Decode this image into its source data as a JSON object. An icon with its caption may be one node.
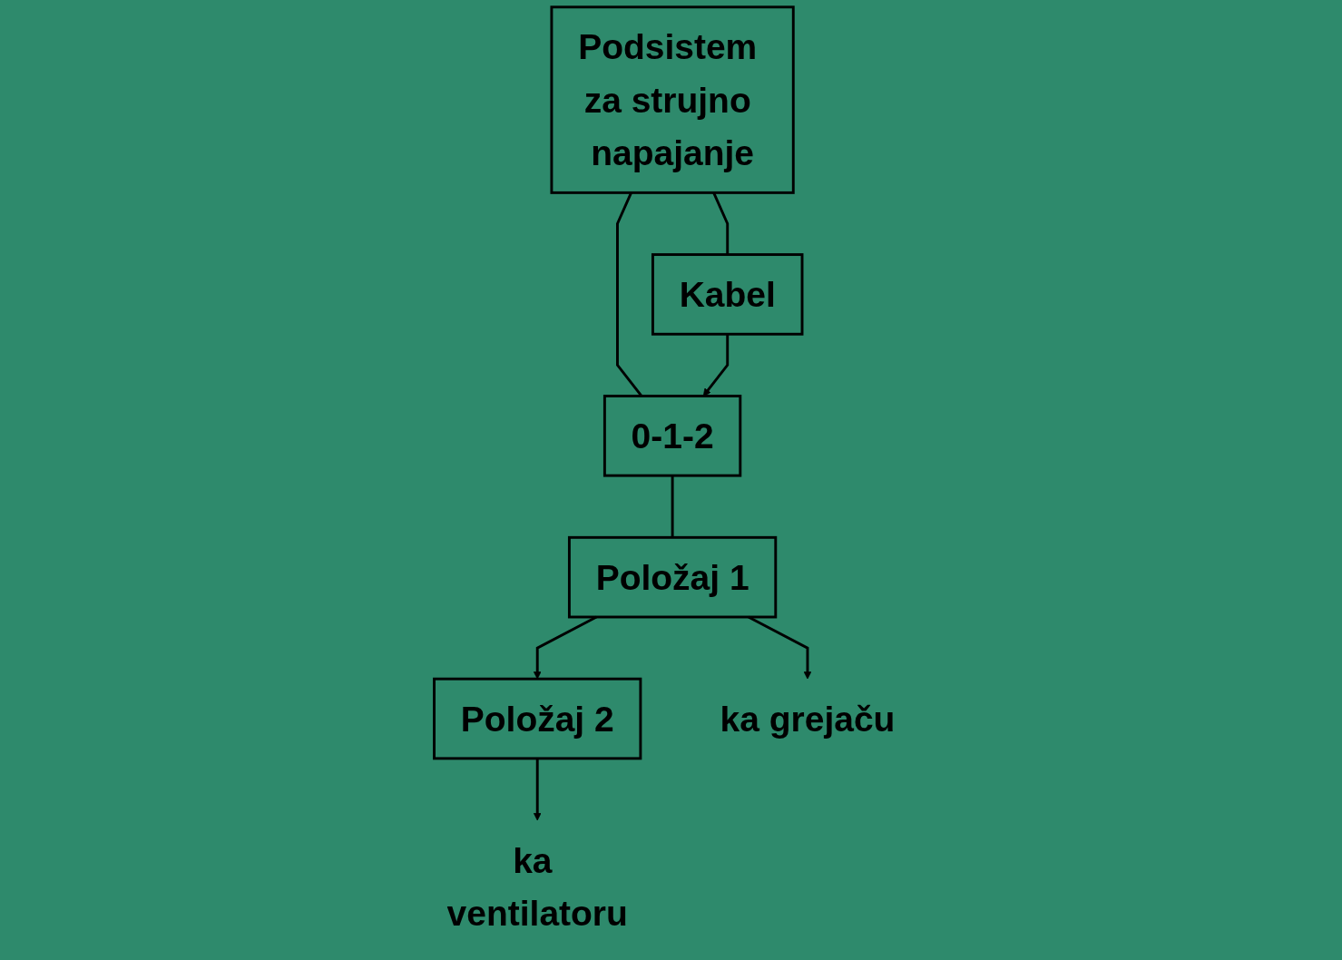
{
  "diagram": {
    "nodes": [
      {
        "text": [
          "Podsistem za strujno napajanje"
        ]
      },
      {
        "text": [
          "Kabel"
        ]
      },
      {
        "text": [
          "0-1-2"
        ]
      },
      {
        "text": [
          "Položaj 1"
        ]
      },
      {
        "text": [
          "Položaj 2"
        ]
      },
      {
        "text": [
          "ka grejaču"
        ]
      },
      {
        "text": [
          "ka ventilatoru"
        ]
      }
    ],
    "edges": [
      {
        "from": 0,
        "to": 1,
        "arrow": "none"
      },
      {
        "from": 0,
        "to": 2,
        "arrow": "none"
      },
      {
        "from": 1,
        "to": 2,
        "arrow": "to"
      },
      {
        "from": 2,
        "to": 3,
        "arrow": "none"
      },
      {
        "from": 3,
        "to": 4,
        "arrow": "to"
      },
      {
        "from": 3,
        "to": 5,
        "arrow": "to"
      },
      {
        "from": 4,
        "to": 6,
        "arrow": "to"
      }
    ]
  }
}
